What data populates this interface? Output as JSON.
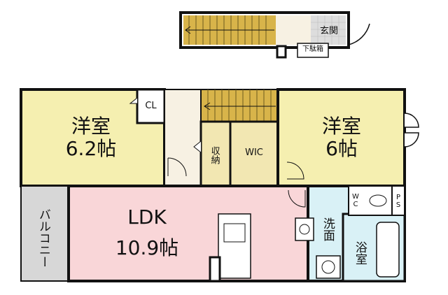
{
  "colors": {
    "wall": "#111111",
    "western_room": "#f5efb0",
    "ldk": "#f9d6d8",
    "wet_area": "#d9f1f6",
    "balcony": "#d7d7d7",
    "entrance": "#dddddd",
    "corridor": "#f7f1e3",
    "storage": "#f2e7b2",
    "stairs": "#d8b44a"
  },
  "rooms": {
    "entrance": "玄関",
    "shoe_box": "下駄箱",
    "western_left": {
      "name": "洋室",
      "size": "6.2帖"
    },
    "western_right": {
      "name": "洋室",
      "size": "6帖"
    },
    "closet": "CL",
    "storage": "収納",
    "wic": "WIC",
    "ldk": {
      "name": "LDK",
      "size": "10.9帖"
    },
    "balcony": "バルコニー",
    "washroom": "洗面",
    "toilet": "WC",
    "pipe_space": "PS",
    "bath": "浴室"
  }
}
